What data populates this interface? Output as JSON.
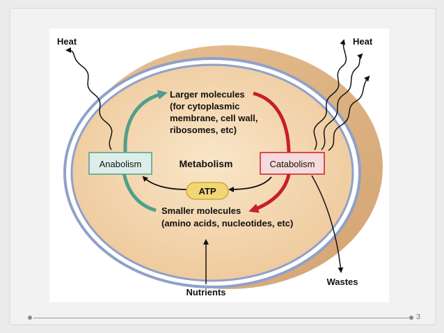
{
  "diagram": {
    "heat_left": "Heat",
    "heat_right": "Heat",
    "larger_molecules": [
      "Larger molecules",
      "(for cytoplasmic",
      "membrane, cell wall,",
      "ribosomes, etc)"
    ],
    "anabolism": "Anabolism",
    "metabolism": "Metabolism",
    "catabolism": "Catabolism",
    "atp": "ATP",
    "smaller_molecules": [
      "Smaller molecules",
      "(amino acids, nucleotides, etc)"
    ],
    "nutrients": "Nutrients",
    "wastes": "Wastes"
  },
  "slide": {
    "page_number": "3"
  },
  "colors": {
    "cell_fill": "#f3d4a8",
    "anabolism_green": "#4f9f8c",
    "catabolism_red": "#c81e2a",
    "atp_fill": "#f2d676"
  }
}
